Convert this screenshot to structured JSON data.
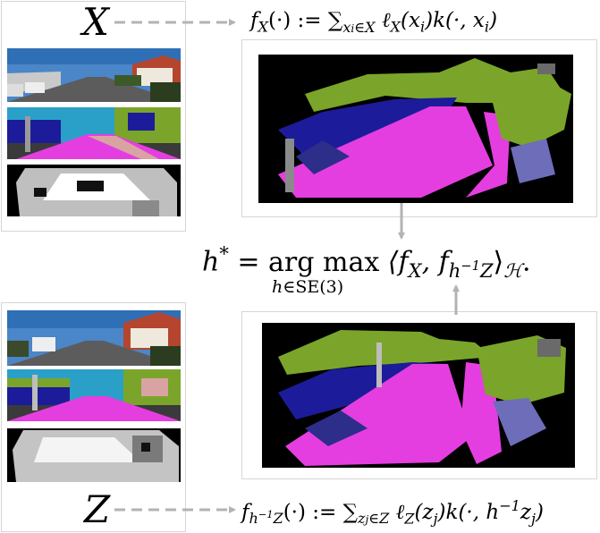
{
  "labels": {
    "x_var": "X",
    "z_var": "Z"
  },
  "formulas": {
    "fx": {
      "lhs": "f",
      "lhs_sub": "X",
      "def": "(·) := ",
      "sum": "∑",
      "sum_sub_a": "x",
      "sum_sub_b": "i",
      "sum_sub_c": "∈X",
      "term_a": "ℓ",
      "term_a_sub": "X",
      "term_b": "(x",
      "term_b_sub": "i",
      "term_c": ")k(·, x",
      "term_c_sub": "i",
      "term_d": ")"
    },
    "fz": {
      "lhs": "f",
      "lhs_sub_a": "h",
      "lhs_sup": "−1",
      "lhs_sub_b": "Z",
      "def": "(·) := ",
      "sum": "∑",
      "sum_sub_a": "z",
      "sum_sub_b": "j",
      "sum_sub_c": "∈Z",
      "term_a": "ℓ",
      "term_a_sub": "Z",
      "term_b": "(z",
      "term_b_sub": "j",
      "term_c": ")k(·, h",
      "term_c_sup": "−1",
      "term_c2": "z",
      "term_c_sub": "j",
      "term_d": ")"
    },
    "argmax": {
      "lhs": "h",
      "lhs_sup": "*",
      "eq": " = ",
      "op": "arg max",
      "op_under_a": "h∈",
      "op_under_b": "SE(3)",
      "inner_open": " ⟨f",
      "inner_sub_a": "X",
      "inner_comma": ", f",
      "inner_sub_b": "h",
      "inner_sup": "−1",
      "inner_sub_c": "Z",
      "inner_close": "⟩",
      "space_sub": "ℋ",
      "end": "."
    }
  },
  "colors": {
    "road": "#e53ee0",
    "vegetation": "#7aa52a",
    "building": "#1c1c9a",
    "sky": "#2aa0c8",
    "arrow": "#b3b3b3"
  }
}
